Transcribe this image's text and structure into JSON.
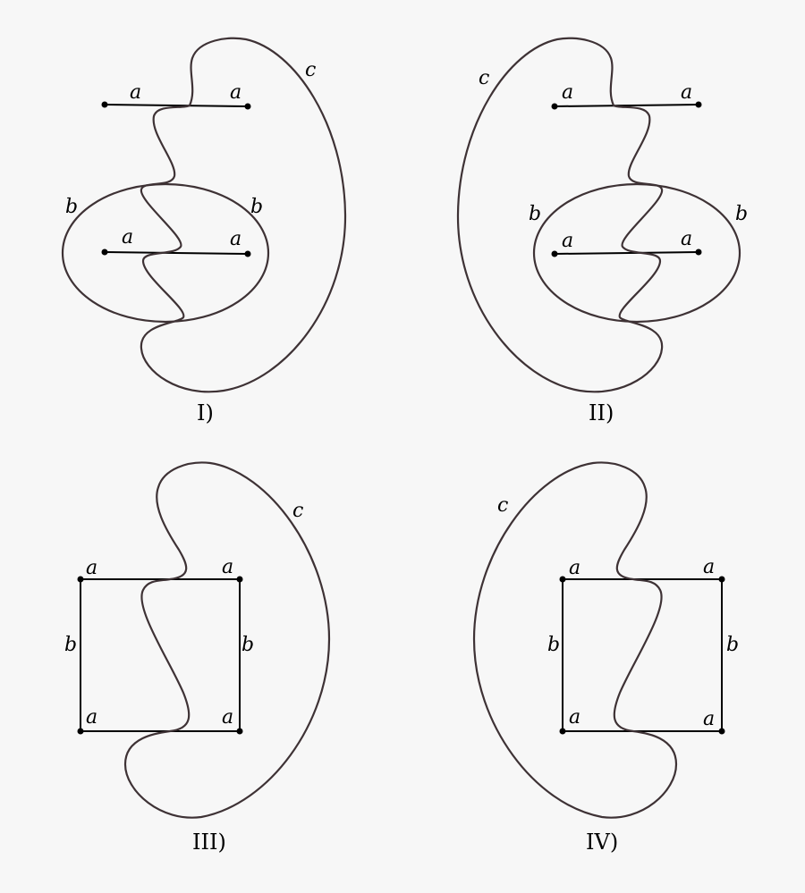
{
  "figure": {
    "background": "#f7f7f7",
    "curve_color": "#3e3235",
    "segment_color": "#000000",
    "panels": [
      {
        "id": "I",
        "caption": "I)",
        "labels": {
          "a_top_left": "a",
          "a_top_right": "a",
          "a_mid_left": "a",
          "a_mid_right": "a",
          "b_left": "b",
          "b_right": "b",
          "c": "c"
        }
      },
      {
        "id": "II",
        "caption": "II)",
        "labels": {
          "a_top_left": "a",
          "a_top_right": "a",
          "a_mid_left": "a",
          "a_mid_right": "a",
          "b_left": "b",
          "b_right": "b",
          "c": "c"
        }
      },
      {
        "id": "III",
        "caption": "III)",
        "labels": {
          "a_tl": "a",
          "a_tr": "a",
          "a_bl": "a",
          "a_br": "a",
          "b_left": "b",
          "b_right": "b",
          "c": "c"
        }
      },
      {
        "id": "IV",
        "caption": "IV)",
        "labels": {
          "a_tl": "a",
          "a_tr": "a",
          "a_bl": "a",
          "a_br": "a",
          "b_left": "b",
          "b_right": "b",
          "c": "c"
        }
      }
    ]
  }
}
